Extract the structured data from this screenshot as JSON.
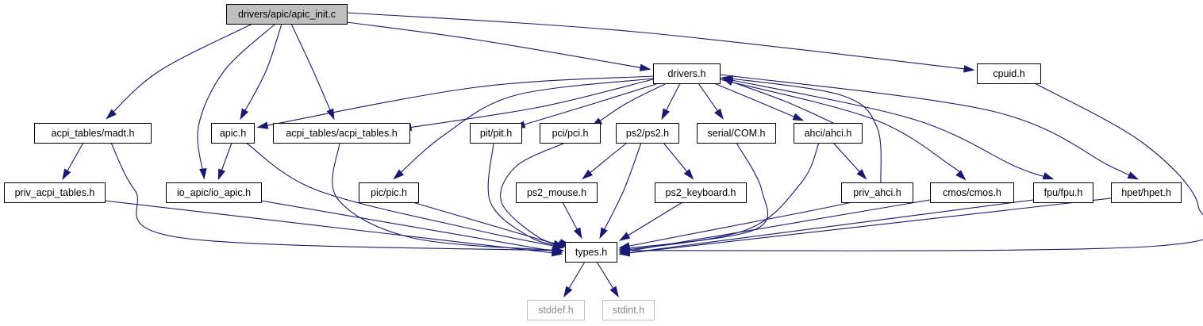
{
  "diagram": {
    "kind": "include-dependency-graph",
    "colors": {
      "edge": "#191970",
      "root_fill": "#bfbfbf",
      "node_fill": "#ffffff",
      "node_border": "#000000",
      "external_border": "#bfbfbf",
      "external_text": "#8c8c8c"
    },
    "nodes": [
      {
        "id": "apic_init",
        "label": "drivers/apic/apic_init.c",
        "style": "root"
      },
      {
        "id": "drivers",
        "label": "drivers.h",
        "style": "normal"
      },
      {
        "id": "cpuid",
        "label": "cpuid.h",
        "style": "normal"
      },
      {
        "id": "madt",
        "label": "acpi_tables/madt.h",
        "style": "normal"
      },
      {
        "id": "apic",
        "label": "apic.h",
        "style": "normal"
      },
      {
        "id": "acpi_tables",
        "label": "acpi_tables/acpi_tables.h",
        "style": "normal"
      },
      {
        "id": "pit",
        "label": "pit/pit.h",
        "style": "normal"
      },
      {
        "id": "pci",
        "label": "pci/pci.h",
        "style": "normal"
      },
      {
        "id": "ps2",
        "label": "ps2/ps2.h",
        "style": "normal"
      },
      {
        "id": "com",
        "label": "serial/COM.h",
        "style": "normal"
      },
      {
        "id": "ahci",
        "label": "ahci/ahci.h",
        "style": "normal"
      },
      {
        "id": "priv_acpi",
        "label": "priv_acpi_tables.h",
        "style": "normal"
      },
      {
        "id": "io_apic",
        "label": "io_apic/io_apic.h",
        "style": "normal"
      },
      {
        "id": "pic",
        "label": "pic/pic.h",
        "style": "normal"
      },
      {
        "id": "ps2_mouse",
        "label": "ps2_mouse.h",
        "style": "normal"
      },
      {
        "id": "ps2_keyboard",
        "label": "ps2_keyboard.h",
        "style": "normal"
      },
      {
        "id": "priv_ahci",
        "label": "priv_ahci.h",
        "style": "normal"
      },
      {
        "id": "cmos",
        "label": "cmos/cmos.h",
        "style": "normal"
      },
      {
        "id": "fpu",
        "label": "fpu/fpu.h",
        "style": "normal"
      },
      {
        "id": "hpet",
        "label": "hpet/hpet.h",
        "style": "normal"
      },
      {
        "id": "types",
        "label": "types.h",
        "style": "normal"
      },
      {
        "id": "stddef",
        "label": "stddef.h",
        "style": "external"
      },
      {
        "id": "stdint",
        "label": "stdint.h",
        "style": "external"
      }
    ],
    "edges": [
      {
        "from": "apic_init",
        "to": "madt"
      },
      {
        "from": "apic_init",
        "to": "io_apic"
      },
      {
        "from": "apic_init",
        "to": "apic"
      },
      {
        "from": "apic_init",
        "to": "acpi_tables"
      },
      {
        "from": "apic_init",
        "to": "drivers"
      },
      {
        "from": "apic_init",
        "to": "cpuid"
      },
      {
        "from": "drivers",
        "to": "apic"
      },
      {
        "from": "drivers",
        "to": "acpi_tables"
      },
      {
        "from": "drivers",
        "to": "pic"
      },
      {
        "from": "drivers",
        "to": "pit"
      },
      {
        "from": "drivers",
        "to": "pci"
      },
      {
        "from": "drivers",
        "to": "ps2"
      },
      {
        "from": "drivers",
        "to": "com"
      },
      {
        "from": "drivers",
        "to": "ahci"
      },
      {
        "from": "drivers",
        "to": "cmos"
      },
      {
        "from": "drivers",
        "to": "fpu"
      },
      {
        "from": "drivers",
        "to": "hpet"
      },
      {
        "from": "ahci",
        "to": "drivers"
      },
      {
        "from": "ahci",
        "to": "priv_ahci"
      },
      {
        "from": "ahci",
        "to": "types"
      },
      {
        "from": "priv_ahci",
        "to": "drivers"
      },
      {
        "from": "priv_ahci",
        "to": "types"
      },
      {
        "from": "madt",
        "to": "priv_acpi"
      },
      {
        "from": "madt",
        "to": "types"
      },
      {
        "from": "apic",
        "to": "io_apic"
      },
      {
        "from": "apic",
        "to": "types"
      },
      {
        "from": "acpi_tables",
        "to": "types"
      },
      {
        "from": "pit",
        "to": "types"
      },
      {
        "from": "pci",
        "to": "types"
      },
      {
        "from": "ps2",
        "to": "ps2_mouse"
      },
      {
        "from": "ps2",
        "to": "ps2_keyboard"
      },
      {
        "from": "ps2",
        "to": "types"
      },
      {
        "from": "com",
        "to": "types"
      },
      {
        "from": "priv_acpi",
        "to": "types"
      },
      {
        "from": "io_apic",
        "to": "types"
      },
      {
        "from": "pic",
        "to": "types"
      },
      {
        "from": "ps2_mouse",
        "to": "types"
      },
      {
        "from": "ps2_keyboard",
        "to": "types"
      },
      {
        "from": "cmos",
        "to": "types"
      },
      {
        "from": "fpu",
        "to": "types"
      },
      {
        "from": "hpet",
        "to": "types"
      },
      {
        "from": "cpuid",
        "to": "types"
      },
      {
        "from": "types",
        "to": "stddef"
      },
      {
        "from": "types",
        "to": "stdint"
      }
    ]
  }
}
